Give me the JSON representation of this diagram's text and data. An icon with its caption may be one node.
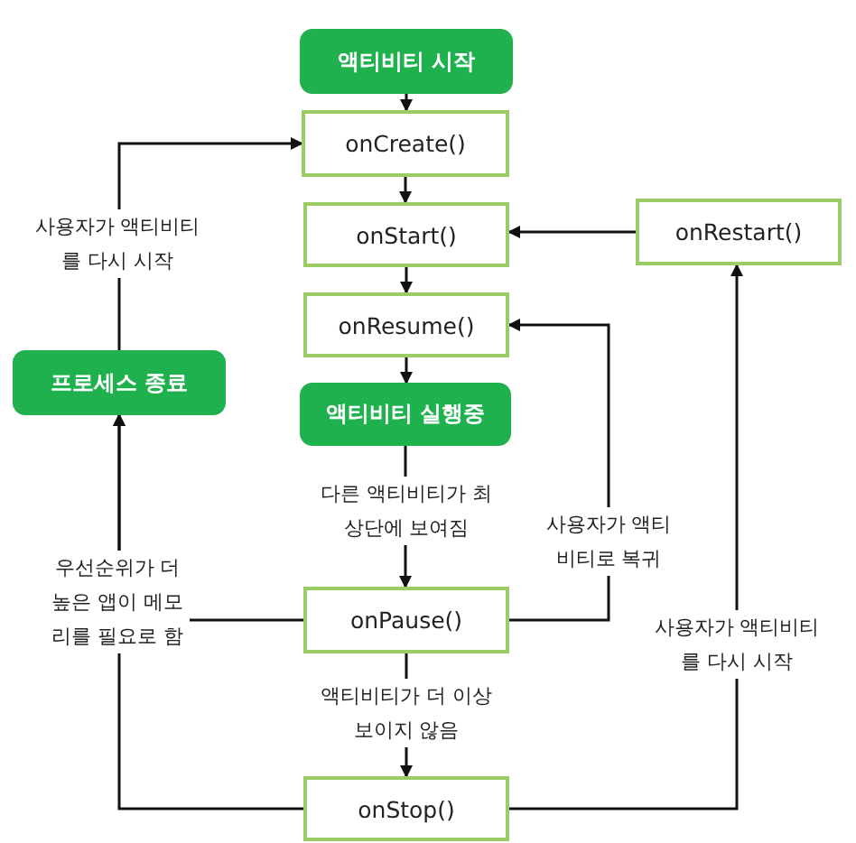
{
  "diagram": {
    "nodes": [
      {
        "text": [
          "액티비티 시작"
        ]
      },
      {
        "text": [
          "onCreate()"
        ]
      },
      {
        "text": [
          "onStart()"
        ]
      },
      {
        "text": [
          "onRestart()"
        ]
      },
      {
        "text": [
          "onResume()"
        ]
      },
      {
        "text": [
          "프로세스 종료"
        ]
      },
      {
        "text": [
          "액티비티 실행중"
        ]
      },
      {
        "text": [
          "onPause()"
        ]
      },
      {
        "text": [
          "onStop()"
        ]
      }
    ],
    "edges": [
      {
        "from": 0,
        "to": 1,
        "arrow": "to"
      },
      {
        "from": 1,
        "to": 2,
        "arrow": "to"
      },
      {
        "from": 2,
        "to": 4,
        "arrow": "to"
      },
      {
        "from": 4,
        "to": 6,
        "arrow": "to"
      },
      {
        "from": 3,
        "to": 2,
        "arrow": "to"
      },
      {
        "from": 6,
        "to": 7,
        "arrow": "to",
        "label": "다른 액티비티가 최상단에 보여짐"
      },
      {
        "from": 7,
        "to": 8,
        "arrow": "to",
        "label": "액티비티가 더 이상 보이지 않음"
      },
      {
        "from": 7,
        "to": 4,
        "arrow": "to",
        "label": "사용자가 액티비티로 복귀"
      },
      {
        "from": 8,
        "to": 3,
        "arrow": "to",
        "label": "사용자가 액티비티를 다시 시작"
      },
      {
        "from": 8,
        "to": 5,
        "arrow": "to",
        "label": "우선순위가 더 높은 앱이 메모리를 필요로 함"
      },
      {
        "from": 7,
        "to": 5,
        "arrow": "to"
      },
      {
        "from": 5,
        "to": 1,
        "arrow": "to",
        "label": "사용자가 액티비티를 다시 시작"
      }
    ]
  }
}
